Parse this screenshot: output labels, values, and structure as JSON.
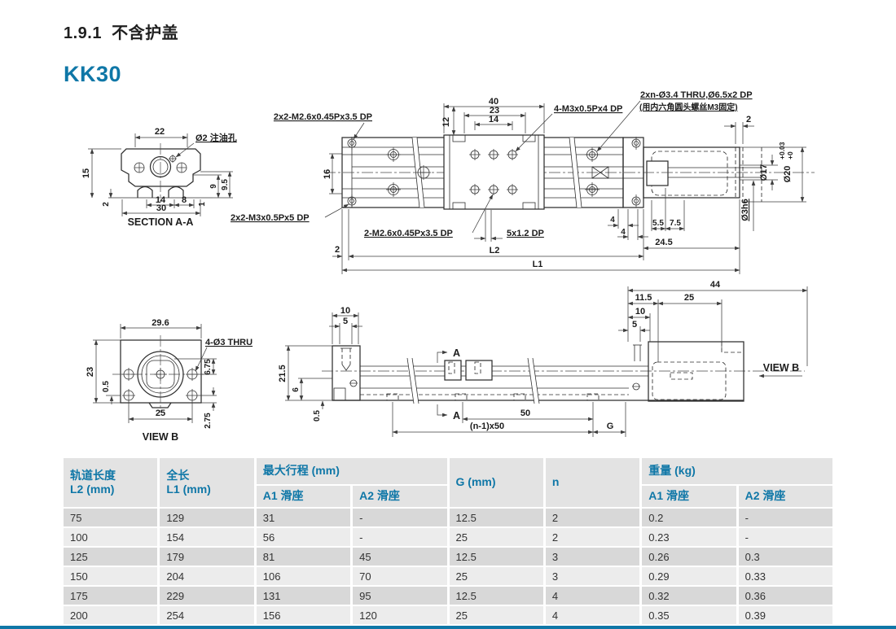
{
  "page": {
    "section_title": "1.9.1  不含护盖",
    "model": "KK30",
    "accent_color": "#0f77a7"
  },
  "drawings": {
    "secAA": {
      "caption": "SECTION A-A",
      "oil": "Ø2 注油孔",
      "dim22": "22",
      "dim15": "15",
      "dim9": "9",
      "dim9_5": "9.5",
      "dim2": "2",
      "dim14": "14",
      "dim8": "8",
      "dim1": "1",
      "dim30": "30"
    },
    "top": {
      "lblM26Top": "2x2-M2.6x0.45Px3.5 DP",
      "lblM3Carriage": "4-M3x0.5Px4 DP",
      "lblThru": "2xn-Ø3.4 THRU,Ø6.5x2 DP",
      "lblThruNote": "(用内六角圆头螺丝M3固定)",
      "lblM3Bottom": "2x2-M3x0.5Px5 DP",
      "lblM26Bottom": "2-M2.6x0.45Px3.5 DP",
      "lblGroove": "5x1.2 DP",
      "dim40": "40",
      "dim23": "23",
      "dim14": "14",
      "dim12": "12",
      "dim2Top": "2",
      "dim16": "16",
      "dim2Bottom": "2",
      "dimL2": "L2",
      "dimL1": "L1",
      "dim4a": "4",
      "dim4b": "4",
      "dim5_5": "5.5",
      "dim7_5": "7.5",
      "dim24_5": "24.5",
      "dia17": "Ø17",
      "dia20": "Ø20",
      "dia20TolHi": "+0.03",
      "dia20TolLo": "+0",
      "dia3h6": "Ø3h6"
    },
    "side": {
      "markerA": "A",
      "dim44": "44",
      "dim11_5": "11.5",
      "dim25": "25",
      "dim10r": "10",
      "dim5r": "5",
      "dim10l": "10",
      "dim5l": "5",
      "dim21_5": "21.5",
      "dim6": "6",
      "dim0_5": "0.5",
      "dim50": "50",
      "dimPitch": "(n-1)x50",
      "dimG": "G",
      "viewBLabel": "VIEW B"
    },
    "viewb": {
      "caption": "VIEW B",
      "lblHoles": "4-Ø3 THRU",
      "dim29_6": "29.6",
      "dim23": "23",
      "dim0_5": "0.5",
      "dim6_75": "6.75",
      "dim2_75": "2.75",
      "dim25": "25"
    }
  },
  "table": {
    "headers": {
      "l2_title": "轨道长度",
      "l2_unit": "L2 (mm)",
      "l1_title": "全长",
      "l1_unit": "L1 (mm)",
      "group_stroke": "最大行程 (mm)",
      "stroke_a1": "A1 滑座",
      "stroke_a2": "A2 滑座",
      "col_g": "G (mm)",
      "col_n": "n",
      "group_weight": "重量 (kg)",
      "weight_a1": "A1 滑座",
      "weight_a2": "A2 滑座"
    },
    "rows": [
      [
        "75",
        "129",
        "31",
        "-",
        "12.5",
        "2",
        "0.2",
        "-"
      ],
      [
        "100",
        "154",
        "56",
        "-",
        "25",
        "2",
        "0.23",
        "-"
      ],
      [
        "125",
        "179",
        "81",
        "45",
        "12.5",
        "3",
        "0.26",
        "0.3"
      ],
      [
        "150",
        "204",
        "106",
        "70",
        "25",
        "3",
        "0.29",
        "0.33"
      ],
      [
        "175",
        "229",
        "131",
        "95",
        "12.5",
        "4",
        "0.32",
        "0.36"
      ],
      [
        "200",
        "254",
        "156",
        "120",
        "25",
        "4",
        "0.35",
        "0.39"
      ]
    ]
  }
}
